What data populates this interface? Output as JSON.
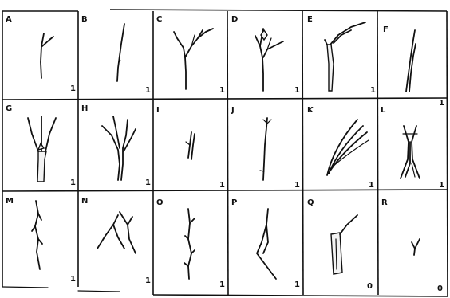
{
  "panels": [
    {
      "letter": "A",
      "code": "1"
    },
    {
      "letter": "B",
      "code": "1"
    },
    {
      "letter": "C",
      "code": "1"
    },
    {
      "letter": "D",
      "code": "1"
    },
    {
      "letter": "E",
      "code": "1"
    },
    {
      "letter": "F",
      "code": "1"
    },
    {
      "letter": "G",
      "code": "1"
    },
    {
      "letter": "H",
      "code": "1"
    },
    {
      "letter": "I",
      "code": "1"
    },
    {
      "letter": "J",
      "code": "1"
    },
    {
      "letter": "K",
      "code": "1"
    },
    {
      "letter": "L",
      "code": "1"
    },
    {
      "letter": "M",
      "code": "1"
    },
    {
      "letter": "N",
      "code": "1"
    },
    {
      "letter": "O",
      "code": "1"
    },
    {
      "letter": "P",
      "code": "1"
    },
    {
      "letter": "Q",
      "code": "0"
    },
    {
      "letter": "R",
      "code": "0"
    }
  ]
}
